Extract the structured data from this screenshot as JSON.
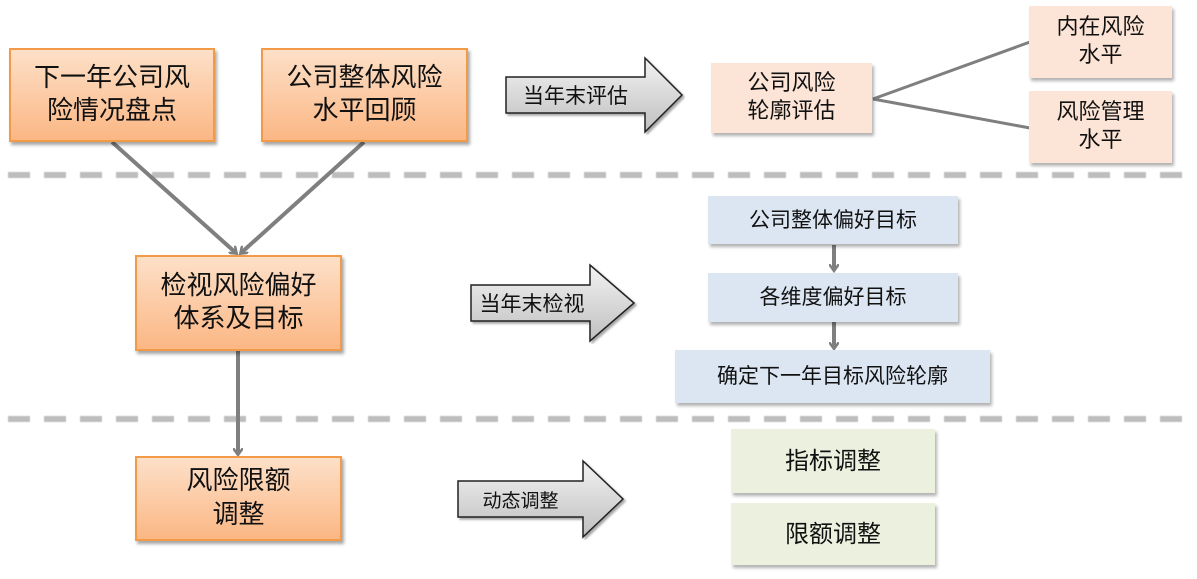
{
  "diagram": {
    "left_column": {
      "box_1": "下一年公司风\n险情况盘点",
      "box_2": "公司整体风险\n水平回顾",
      "box_3": "检视风险偏好\n体系及目标",
      "box_4": "风险限额\n调整"
    },
    "stage_arrows": {
      "arrow_1": "当年末评估",
      "arrow_2": "当年末检视",
      "arrow_3": "动态调整"
    },
    "stage_1": {
      "center": "公司风险\n轮廓评估",
      "branch_1": "内在风险\n水平",
      "branch_2": "风险管理\n水平"
    },
    "stage_2": {
      "step_1": "公司整体偏好目标",
      "step_2": "各维度偏好目标",
      "step_3": "确定下一年目标风险轮廓"
    },
    "stage_3": {
      "item_1": "指标调整",
      "item_2": "限额调整"
    },
    "colors": {
      "orange_border": "#f39a49",
      "orange_fill": "#fbb784",
      "peach_fill": "#fce4d6",
      "blue_fill": "#dce6f2",
      "green_fill": "#ebf1de",
      "connector": "#7f7f7f",
      "divider": "#bdbdbd"
    }
  }
}
